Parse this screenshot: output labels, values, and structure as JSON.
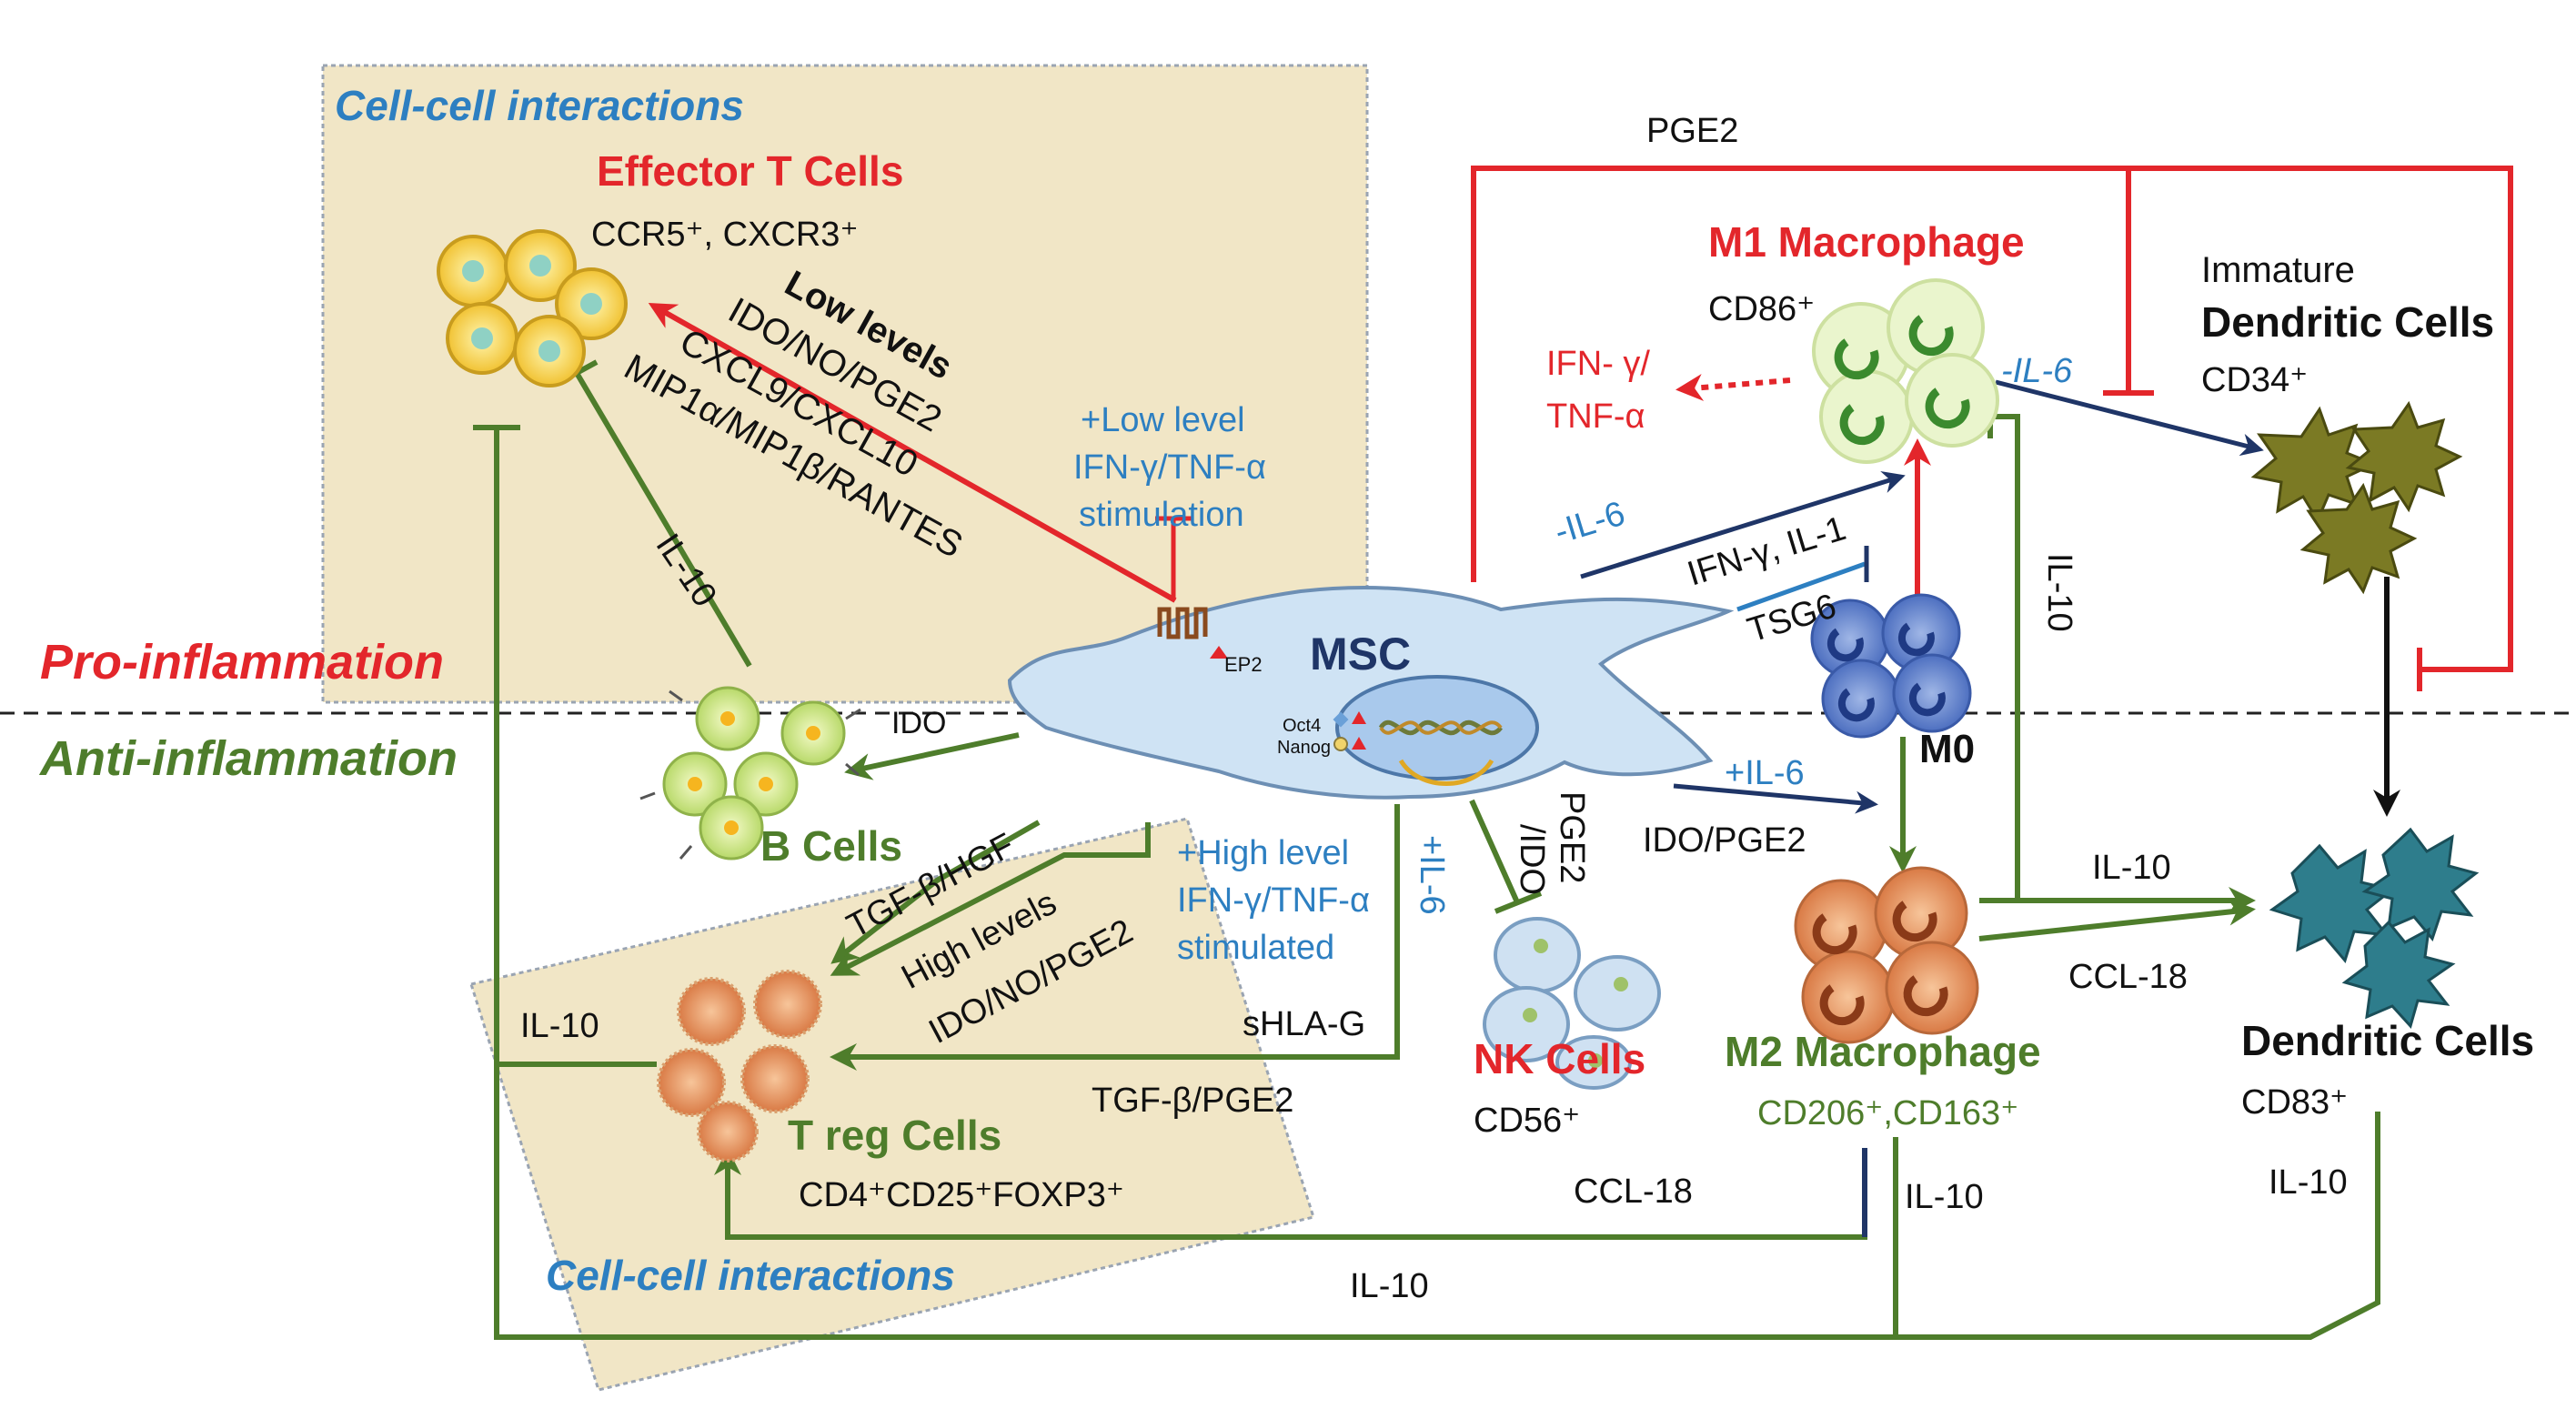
{
  "regions": {
    "pro": "Pro-inflammation",
    "anti": "Anti-inflammation",
    "cci_top": "Cell-cell interactions",
    "cci_bottom": "Cell-cell interactions"
  },
  "cells": {
    "effector_t": {
      "name": "Effector T Cells",
      "marker": "CCR5⁺, CXCR3⁺"
    },
    "m1": {
      "name": "M1 Macrophage",
      "marker": "CD86⁺"
    },
    "imm_dc": {
      "pre": "Immature",
      "name": "Dendritic Cells",
      "marker": "CD34⁺"
    },
    "msc": {
      "name": "MSC",
      "ep2": "EP2",
      "oct4": "Oct4",
      "nanog": "Nanog"
    },
    "m0": {
      "name": "M0"
    },
    "b_cells": {
      "name": "B Cells"
    },
    "treg": {
      "name": "T reg Cells",
      "marker": "CD4⁺CD25⁺FOXP3⁺"
    },
    "nk": {
      "name": "NK Cells",
      "marker": "CD56⁺"
    },
    "m2": {
      "name": "M2 Macrophage",
      "marker": "CD206⁺,CD163⁺"
    },
    "dc": {
      "name": "Dendritic Cells",
      "marker": "CD83⁺"
    }
  },
  "labels": {
    "pge2_top": "PGE2",
    "low_levels": "Low levels",
    "ido_no_pge2": "IDO/NO/PGE2",
    "cxcl": "CXCL9/CXCL10",
    "mip": "MIP1α/MIP1β/RANTES",
    "low_stim_1": "+Low level",
    "low_stim_2": "IFN-γ/TNF-α",
    "low_stim_3": "stimulation",
    "ifn_tnf_1": "IFN- γ/",
    "ifn_tnf_2": "TNF-α",
    "neg_il6_dc": "-IL-6",
    "neg_il6_m1": "-IL-6",
    "ifn_il1": "IFN-γ, IL-1",
    "tsg6": "TSG6",
    "il10_vertical": "IL-10",
    "il10_tcell": "IL-10",
    "ido_b": "IDO",
    "tgf_hgf": "TGF-β/HGF",
    "high_levels": "High levels",
    "ido_no_pge2_high": "IDO/NO/PGE2",
    "high_stim_1": "+High level",
    "high_stim_2": "IFN-γ/TNF-α",
    "high_stim_3": "stimulated",
    "plus_il6_vert": "+IL-6",
    "pge2_ido_1": "PGE2",
    "pge2_ido_2": "/IDO",
    "plus_il6_m2": "+IL-6",
    "ido_pge2_m2": "IDO/PGE2",
    "il10_dc": "IL-10",
    "ccl18_dc": "CCL-18",
    "il10_treg": "IL-10",
    "shlag": "sHLA-G",
    "tgf_pge2": "TGF-β/PGE2",
    "ccl18_treg": "CCL-18",
    "il10_m2": "IL-10",
    "il10_dc_bottom": "IL-10",
    "il10_bottom": "IL-10"
  }
}
